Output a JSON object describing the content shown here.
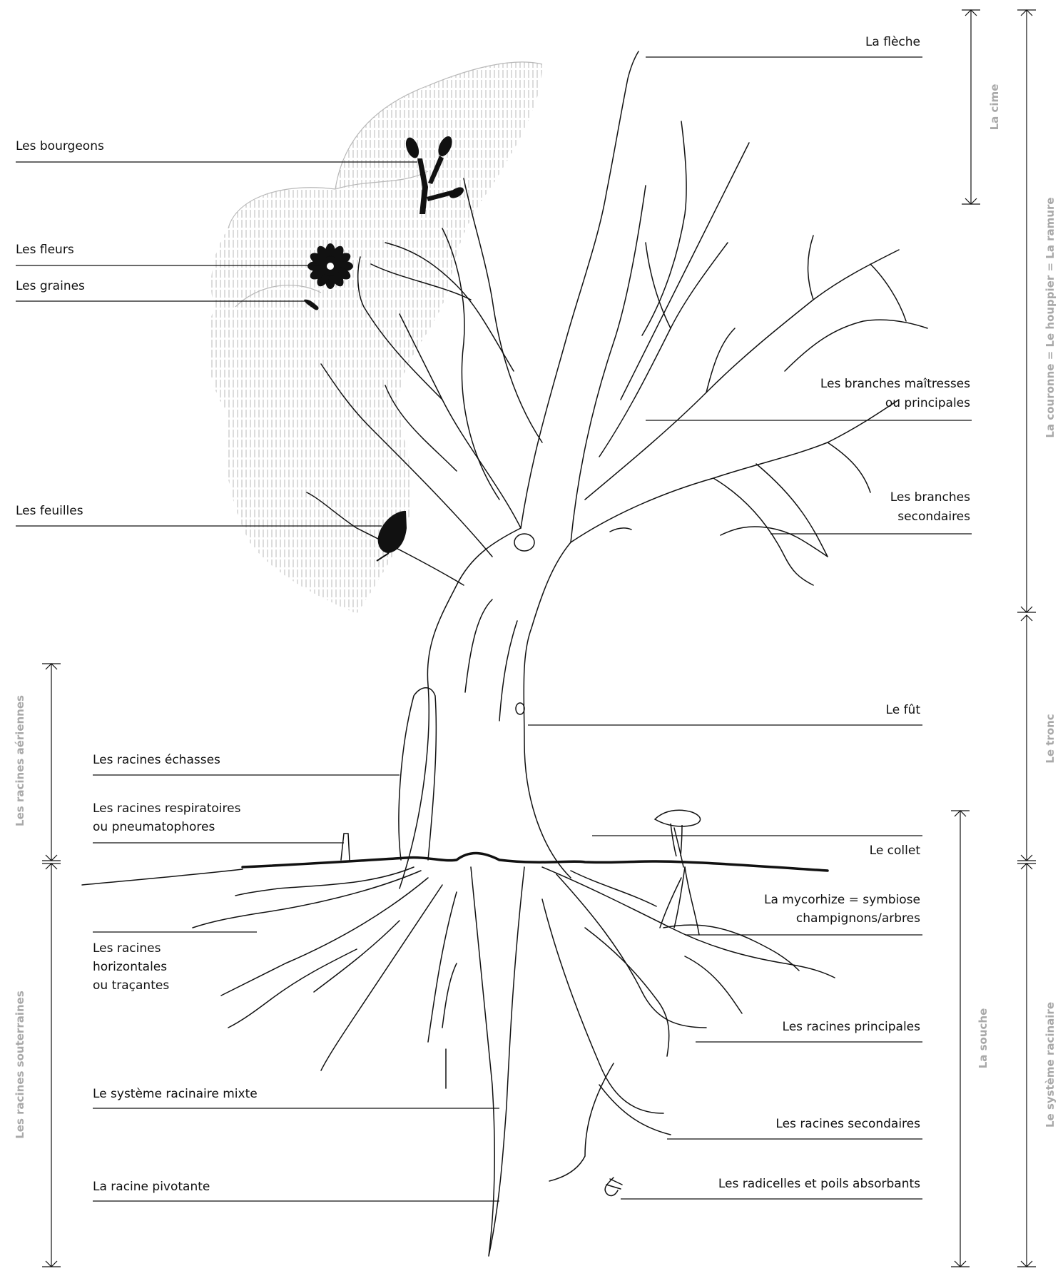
{
  "labels": {
    "fleche": "La flèche",
    "bourgeons": "Les bourgeons",
    "fleurs": "Les fleurs",
    "graines": "Les graines",
    "branches_maitresses_1": "Les branches maîtresses",
    "branches_maitresses_2": "ou principales",
    "feuilles": "Les feuilles",
    "branches_secondaires_1": "Les branches",
    "branches_secondaires_2": "secondaires",
    "fut": "Le fût",
    "racines_echasses": "Les racines échasses",
    "racines_respiratoires_1": "Les racines respiratoires",
    "racines_respiratoires_2": "ou pneumatophores",
    "collet": "Le collet",
    "mycorhize_1": "La mycorhize = symbiose",
    "mycorhize_2": "champignons/arbres",
    "racines_horizontales_1": "Les racines",
    "racines_horizontales_2": "horizontales",
    "racines_horizontales_3": "ou traçantes",
    "racines_principales": "Les racines principales",
    "systeme_mixte": "Le système racinaire mixte",
    "racines_secondaires": "Les racines secondaires",
    "racine_pivotante": "La racine pivotante",
    "radicelles": "Les radicelles et poils absorbants"
  },
  "brackets": {
    "cime": "La cime",
    "couronne": "La couronne = Le houppier = La ramure",
    "tronc": "Le tronc",
    "systeme_racinaire": "Le système racinaire",
    "souche": "La souche",
    "racines_aeriennes": "Les racines aériennes",
    "racines_souterraines": "Les racines souterraines"
  },
  "colors": {
    "line": "#111111",
    "bracket_text": "#a9a9a9",
    "foliage_hatch": "#b5b5b5"
  }
}
